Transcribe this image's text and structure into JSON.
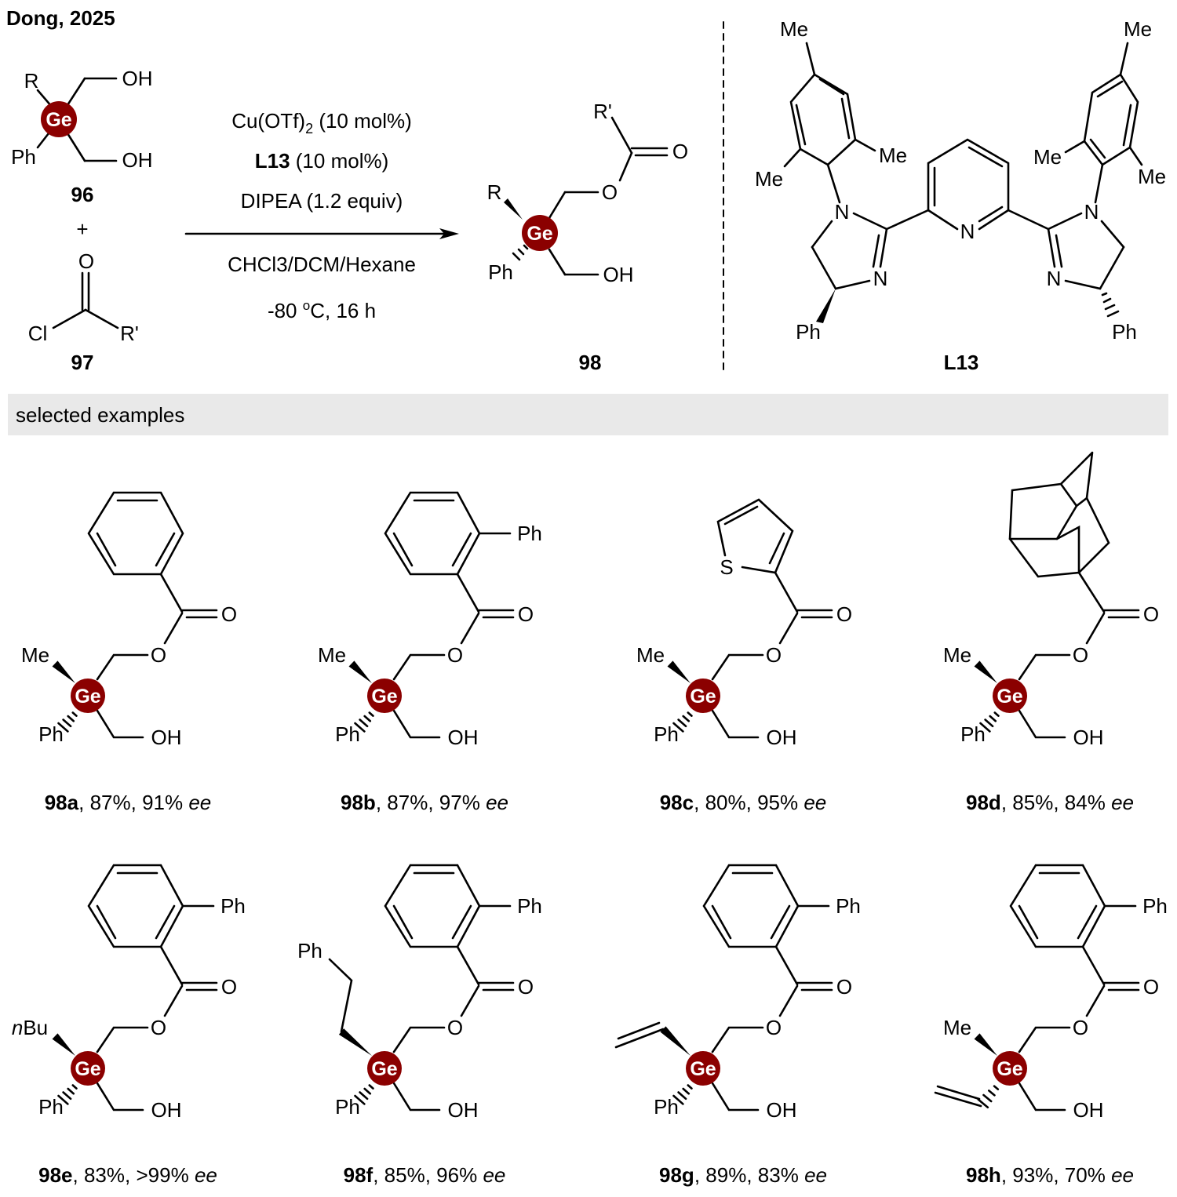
{
  "header": {
    "title": "Dong, 2025"
  },
  "colors": {
    "germanium": "#8b0000",
    "banner": "#e9e9e9"
  },
  "scheme": {
    "reagent_96": {
      "r": "R",
      "oh_top": "OH",
      "ph": "Ph",
      "oh_bottom": "OH",
      "ge": "Ge",
      "label": "96"
    },
    "plus": "+",
    "reagent_97": {
      "o": "O",
      "cl": "Cl",
      "r_prime": "R'",
      "label": "97"
    },
    "conditions": {
      "catalyst": "Cu(OTf)",
      "catalyst_sub": "2",
      "catalyst_amount": " (10 mol%)",
      "ligand": "L13",
      "ligand_amount": " (10 mol%)",
      "base": "DIPEA (1.2 equiv)",
      "solvent": "CHCl3/DCM/Hexane",
      "temp_prefix": "-80 ",
      "temp_sup": "o",
      "temp_suffix": "C, 16 h"
    },
    "product_98": {
      "r": "R",
      "ph": "Ph",
      "ge": "Ge",
      "o_ester": "O",
      "o_carbonyl": "O",
      "r_prime": "R'",
      "oh": "OH",
      "label": "98"
    },
    "ligand_L13": {
      "me_labels": [
        "Me",
        "Me",
        "Me",
        "Me",
        "Me",
        "Me"
      ],
      "n_labels": [
        "N",
        "N",
        "N",
        "N",
        "N"
      ],
      "ph_left": "Ph",
      "ph_right": "Ph",
      "label": "L13"
    }
  },
  "banner": {
    "text": "selected examples"
  },
  "products": [
    {
      "id": "98a",
      "yield": "87%",
      "ee": "91%",
      "ee_label": "ee",
      "acyl": "phenyl",
      "r1": "Me",
      "r2": "Ph",
      "labels": {
        "aryl_ph": "",
        "r1": "Me",
        "r2": "Ph",
        "o1": "O",
        "o2": "O",
        "oh": "OH",
        "ge": "Ge",
        "s": ""
      }
    },
    {
      "id": "98b",
      "yield": "87%",
      "ee": "97%",
      "ee_label": "ee",
      "acyl": "biphenyl",
      "r1": "Me",
      "r2": "Ph",
      "labels": {
        "aryl_ph": "Ph",
        "r1": "Me",
        "r2": "Ph",
        "o1": "O",
        "o2": "O",
        "oh": "OH",
        "ge": "Ge",
        "s": ""
      }
    },
    {
      "id": "98c",
      "yield": "80%",
      "ee": "95%",
      "ee_label": "ee",
      "acyl": "thiophene",
      "r1": "Me",
      "r2": "Ph",
      "labels": {
        "aryl_ph": "",
        "r1": "Me",
        "r2": "Ph",
        "o1": "O",
        "o2": "O",
        "oh": "OH",
        "ge": "Ge",
        "s": "S"
      }
    },
    {
      "id": "98d",
      "yield": "85%",
      "ee": "84%",
      "ee_label": "ee",
      "acyl": "adamantyl",
      "r1": "Me",
      "r2": "Ph",
      "labels": {
        "aryl_ph": "",
        "r1": "Me",
        "r2": "Ph",
        "o1": "O",
        "o2": "O",
        "oh": "OH",
        "ge": "Ge",
        "s": ""
      }
    },
    {
      "id": "98e",
      "yield": "83%",
      "ee": ">99%",
      "ee_label": "ee",
      "acyl": "biphenyl",
      "r1": "nBu",
      "r2": "Ph",
      "labels": {
        "aryl_ph": "Ph",
        "r1_prefix": "n",
        "r1": "Bu",
        "r2": "Ph",
        "o1": "O",
        "o2": "O",
        "oh": "OH",
        "ge": "Ge",
        "s": ""
      }
    },
    {
      "id": "98f",
      "yield": "85%",
      "ee": "96%",
      "ee_label": "ee",
      "acyl": "biphenyl",
      "r1": "phenethyl",
      "r2": "Ph",
      "labels": {
        "aryl_ph": "Ph",
        "r1": "Ph",
        "r2": "Ph",
        "o1": "O",
        "o2": "O",
        "oh": "OH",
        "ge": "Ge",
        "s": ""
      }
    },
    {
      "id": "98g",
      "yield": "89%",
      "ee": "83%",
      "ee_label": "ee",
      "acyl": "biphenyl",
      "r1": "vinyl",
      "r2": "Ph",
      "labels": {
        "aryl_ph": "Ph",
        "r1": "",
        "r2": "Ph",
        "o1": "O",
        "o2": "O",
        "oh": "OH",
        "ge": "Ge",
        "s": ""
      }
    },
    {
      "id": "98h",
      "yield": "93%",
      "ee": "70%",
      "ee_label": "ee",
      "acyl": "biphenyl",
      "r1": "Me",
      "r2": "vinyl",
      "labels": {
        "aryl_ph": "Ph",
        "r1": "Me",
        "r2": "",
        "o1": "O",
        "o2": "O",
        "oh": "OH",
        "ge": "Ge",
        "s": ""
      }
    }
  ]
}
